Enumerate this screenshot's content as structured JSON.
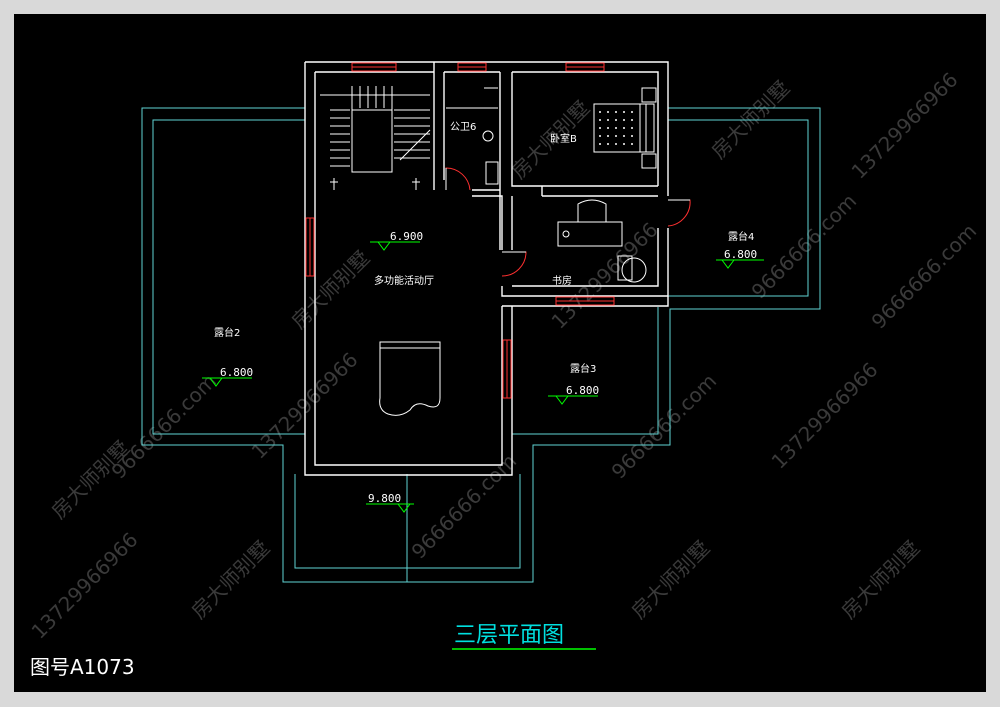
{
  "title": "三层平面图",
  "drawing_number": "图号A1073",
  "watermarks": [
    "房大师别墅",
    "13729966966",
    "9666666.com"
  ],
  "rooms": {
    "bath": "公卫6",
    "bedroom": "卧室B",
    "hall": "多功能活动厅",
    "study": "书房",
    "terrace2": "露台2",
    "terrace3": "露台3",
    "terrace4": "露台4"
  },
  "levels": {
    "hall": "6.900",
    "terrace2": "6.800",
    "terrace3": "6.800",
    "terrace4": "6.800",
    "bottom": "9.800"
  },
  "colors": {
    "wall": "#ffffff",
    "outline": "#5fd3d3",
    "window": "#ff3030",
    "title": "#00e0e0",
    "level_mark": "#00ff00"
  }
}
